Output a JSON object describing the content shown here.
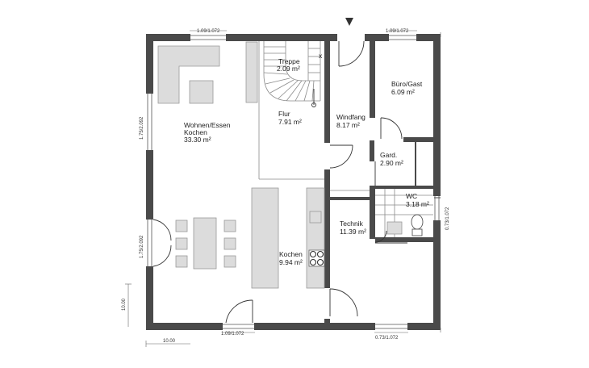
{
  "rooms": [
    {
      "name": "Wohnen/Essen",
      "name2": "Kochen",
      "area": "33.30 m²"
    },
    {
      "name": "Treppe",
      "area": "2.09 m²"
    },
    {
      "name": "Flur",
      "area": "7.91 m²"
    },
    {
      "name": "Windfang",
      "area": "8.17 m²"
    },
    {
      "name": "Büro/Gast",
      "area": "6.09 m²"
    },
    {
      "name": "Gard.",
      "area": "2.90 m²"
    },
    {
      "name": "WC",
      "area": "3.18 m²"
    },
    {
      "name": "Technik",
      "area": "11.39 m²"
    },
    {
      "name": "Kochen",
      "area": "9.94 m²"
    }
  ],
  "dimensions": {
    "top_left_window": "1.09/1.072",
    "top_right_window": "1.09/1.072",
    "left_upper_window": "1.75/2.092",
    "left_lower_window": "1.75/2.092",
    "right_window": "0.73/1.072",
    "bottom_left_window": "1.09/1.072",
    "bottom_right_window": "0.73/1.072",
    "overall_height": "10.00",
    "overall_width": "10.00"
  },
  "stair_mark": "x"
}
